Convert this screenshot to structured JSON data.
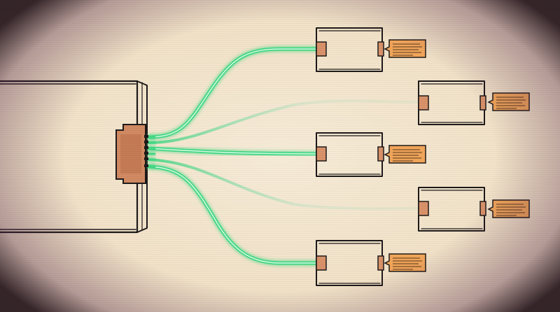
{
  "scene": {
    "palette": {
      "paper": "#f4e6cf",
      "ink": "#1e1a1a",
      "port": "#d9926a",
      "port_dark": "#b86c4a",
      "label": "#f2a65a",
      "wire": "#44d985",
      "wire_glow": "#9ff0c2"
    },
    "hub": {
      "name": "source-hub",
      "connector": "hub-connector",
      "pins": 6
    },
    "nodes": [
      {
        "name": "node-1",
        "has_label_tag": true,
        "label_lines": 5,
        "connected": true
      },
      {
        "name": "node-2",
        "has_label_tag": true,
        "label_lines": 5,
        "connected": false
      },
      {
        "name": "node-3",
        "has_label_tag": true,
        "label_lines": 5,
        "connected": true
      },
      {
        "name": "node-4",
        "has_label_tag": true,
        "label_lines": 5,
        "connected": false
      },
      {
        "name": "node-5",
        "has_label_tag": true,
        "label_lines": 5,
        "connected": true
      }
    ]
  }
}
